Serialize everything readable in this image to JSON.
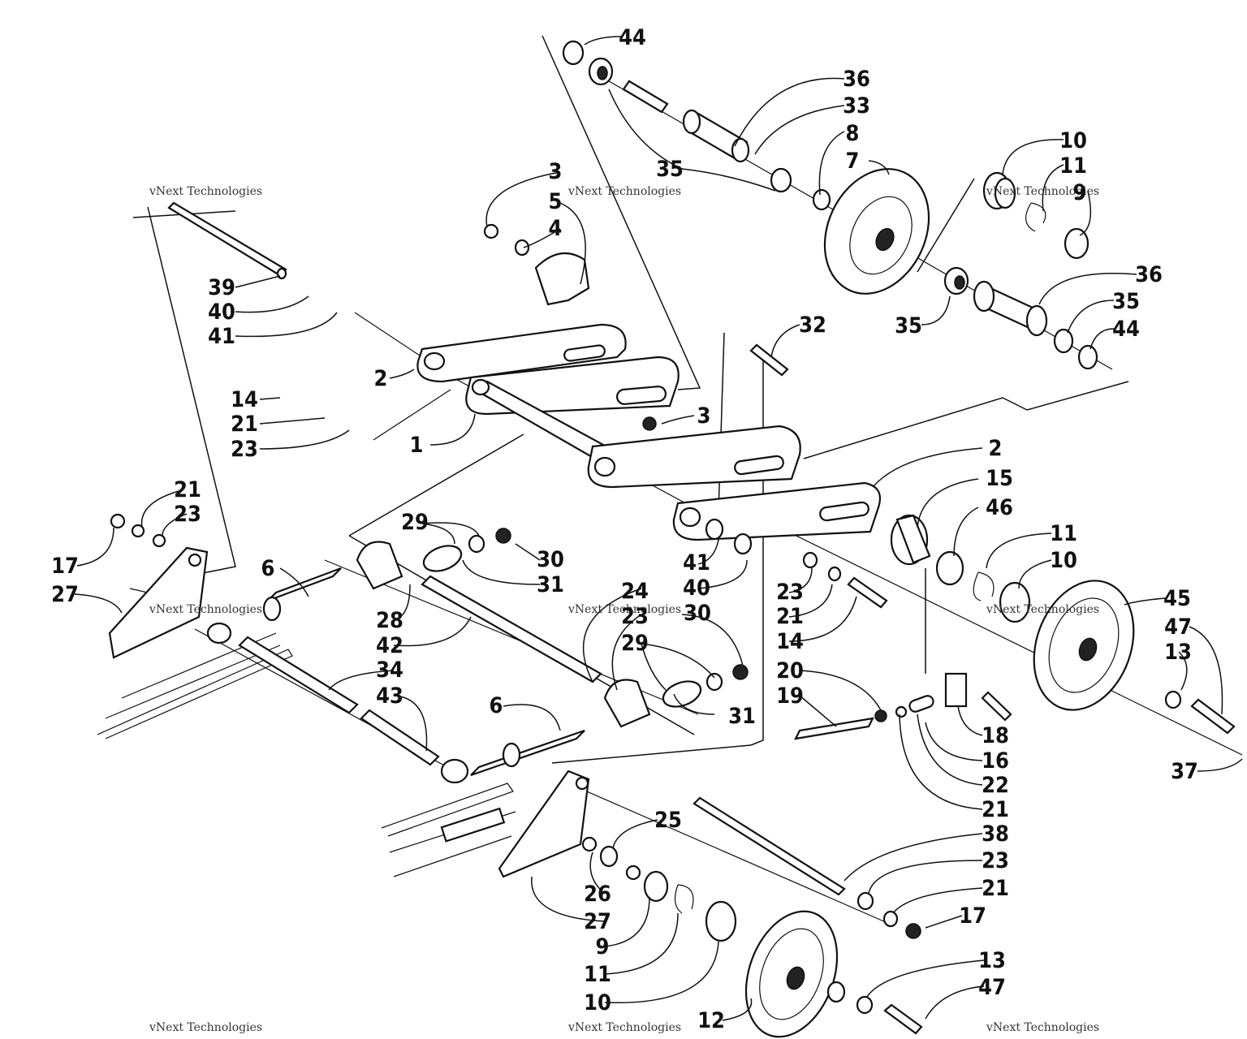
{
  "watermark": {
    "text_small": "vNext Technologies"
  },
  "callouts": [
    "44",
    "36",
    "33",
    "8",
    "7",
    "35",
    "10",
    "11",
    "9",
    "36",
    "35",
    "44",
    "35",
    "3",
    "5",
    "4",
    "32",
    "39",
    "40",
    "41",
    "2",
    "14",
    "21",
    "23",
    "1",
    "3",
    "2",
    "15",
    "46",
    "11",
    "10",
    "45",
    "47",
    "13",
    "37",
    "21",
    "23",
    "17",
    "27",
    "6",
    "29",
    "30",
    "31",
    "28",
    "42",
    "41",
    "40",
    "23",
    "21",
    "14",
    "24",
    "23",
    "30",
    "29",
    "31",
    "34",
    "43",
    "6",
    "20",
    "19",
    "18",
    "16",
    "22",
    "21",
    "25",
    "38",
    "23",
    "21",
    "17",
    "26",
    "27",
    "9",
    "11",
    "10",
    "12",
    "13",
    "47"
  ]
}
